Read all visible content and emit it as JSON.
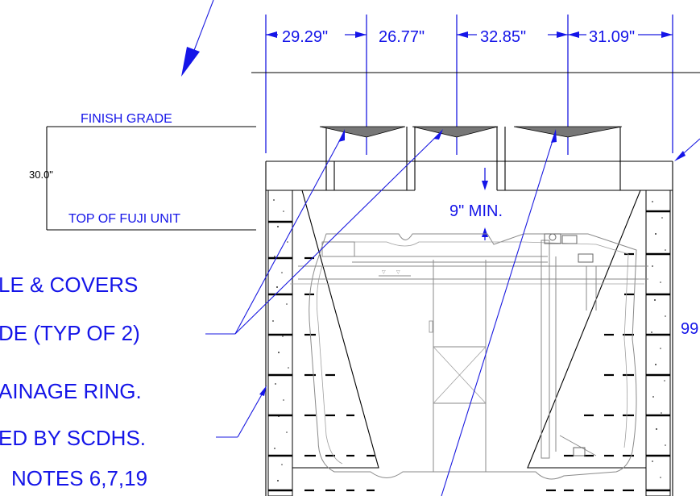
{
  "top_dimensions": [
    "29.29\"",
    "26.77\"",
    "32.85\"",
    "31.09\""
  ],
  "labels": {
    "finish_grade": "FINISH GRADE",
    "top_of_unit": "TOP OF FUJI UNIT",
    "depth_dim": "30.0\"",
    "min_cover": "9\" MIN.",
    "right_dim_partial": "99"
  },
  "notes": {
    "covers_line1": "LE & COVERS",
    "covers_line2": "DE (TYP OF 2)",
    "ring_line1": "AINAGE RING.",
    "ring_line2": "ED BY SCDHS.",
    "ring_line3": "NOTES 6,7,19"
  },
  "colors": {
    "annotation": "#1515e8",
    "linework": "#000000",
    "tank": "#8a8a8a"
  }
}
